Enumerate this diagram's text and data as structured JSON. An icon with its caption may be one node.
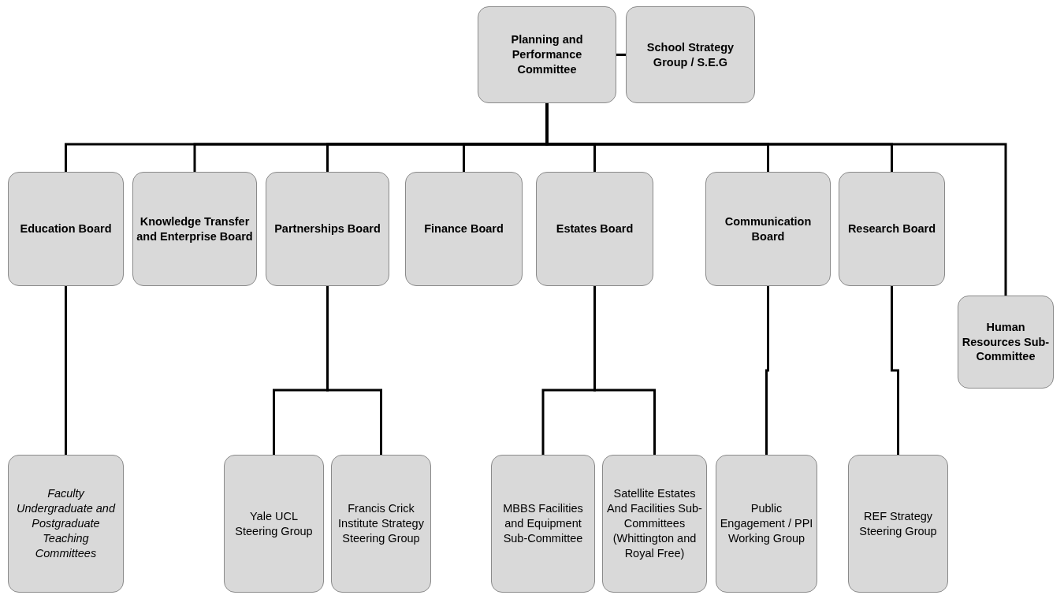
{
  "diagram": {
    "nodes": [
      {
        "text": [
          "Planning and Performance Committee"
        ]
      },
      {
        "text": [
          "School Strategy Group / S.E.G"
        ]
      },
      {
        "text": [
          "Education Board"
        ]
      },
      {
        "text": [
          "Knowledge Transfer and Enterprise Board"
        ]
      },
      {
        "text": [
          "Partnerships Board"
        ]
      },
      {
        "text": [
          "Finance Board"
        ]
      },
      {
        "text": [
          "Estates Board"
        ]
      },
      {
        "text": [
          "Communication Board"
        ]
      },
      {
        "text": [
          "Research Board"
        ]
      },
      {
        "text": [
          "Human Resources Sub-Committee"
        ]
      },
      {
        "text": [
          "Faculty Undergraduate and Postgraduate Teaching Committees"
        ]
      },
      {
        "text": [
          "Yale UCL Steering Group"
        ]
      },
      {
        "text": [
          "Francis Crick Institute Strategy Steering Group"
        ]
      },
      {
        "text": [
          "MBBS Facilities and Equipment Sub-Committee"
        ]
      },
      {
        "text": [
          "Satellite Estates And Facilities Sub-Committees (Whittington and Royal Free)"
        ]
      },
      {
        "text": [
          "Public Engagement / PPI Working Group"
        ]
      },
      {
        "text": [
          "REF Strategy Steering Group"
        ]
      }
    ],
    "edges": [
      {
        "from": 0,
        "to": 1,
        "arrow": "none"
      },
      {
        "from": 0,
        "to": 2,
        "arrow": "none"
      },
      {
        "from": 0,
        "to": 3,
        "arrow": "none"
      },
      {
        "from": 0,
        "to": 4,
        "arrow": "none"
      },
      {
        "from": 0,
        "to": 5,
        "arrow": "none"
      },
      {
        "from": 0,
        "to": 6,
        "arrow": "none"
      },
      {
        "from": 0,
        "to": 7,
        "arrow": "none"
      },
      {
        "from": 0,
        "to": 8,
        "arrow": "none"
      },
      {
        "from": 0,
        "to": 9,
        "arrow": "none"
      },
      {
        "from": 2,
        "to": 10,
        "arrow": "none"
      },
      {
        "from": 4,
        "to": 11,
        "arrow": "none"
      },
      {
        "from": 4,
        "to": 12,
        "arrow": "none"
      },
      {
        "from": 6,
        "to": 13,
        "arrow": "none"
      },
      {
        "from": 6,
        "to": 14,
        "arrow": "none"
      },
      {
        "from": 7,
        "to": 15,
        "arrow": "none"
      },
      {
        "from": 8,
        "to": 16,
        "arrow": "none"
      }
    ]
  }
}
